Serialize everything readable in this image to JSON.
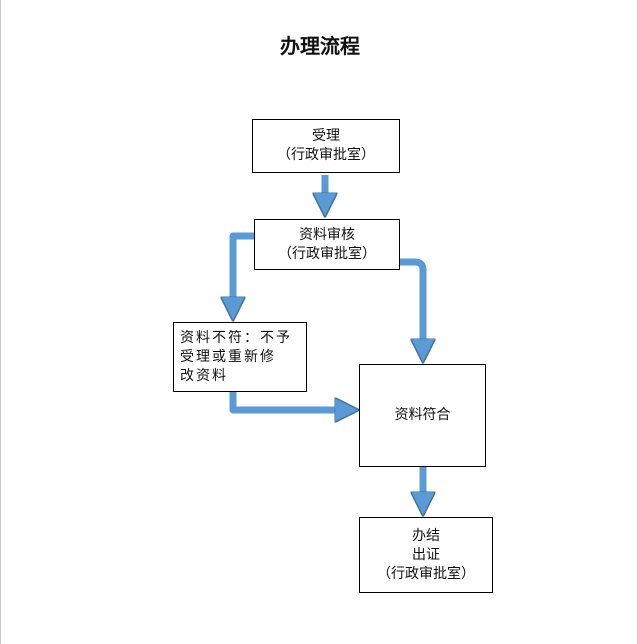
{
  "title": "办理流程",
  "nodes": {
    "accept": {
      "line1": "受理",
      "line2": "（行政审批室）"
    },
    "review": {
      "line1": "资料审核",
      "line2": "（行政审批室）"
    },
    "reject": {
      "line1": "资料不符：不予",
      "line2": "受理或重新修",
      "line3": "改资料"
    },
    "match": {
      "line1": "资料符合"
    },
    "finish": {
      "line1": "办结",
      "line2": "出证",
      "line3": "（行政审批室）"
    }
  },
  "colors": {
    "arrow": "#5b9bd5",
    "arrow_dark": "#41719c",
    "border": "#000000"
  }
}
